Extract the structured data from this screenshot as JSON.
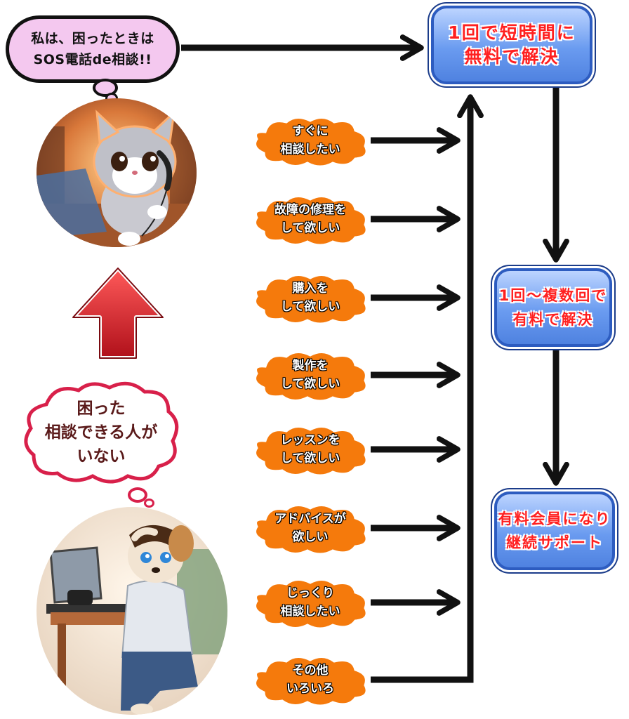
{
  "speech_bubble": {
    "line1": "私は、困ったときは",
    "line2": "SOS電話de相談!!"
  },
  "thought_cloud": {
    "line1": "困った",
    "line2": "相談できる人が",
    "line3": "いない"
  },
  "options": [
    {
      "line1": "すぐに",
      "line2": "相談したい"
    },
    {
      "line1": "故障の修理を",
      "line2": "して欲しい"
    },
    {
      "line1": "購入を",
      "line2": "して欲しい"
    },
    {
      "line1": "製作を",
      "line2": "して欲しい"
    },
    {
      "line1": "レッスンを",
      "line2": "して欲しい"
    },
    {
      "line1": "アドバイスが",
      "line2": "欲しい"
    },
    {
      "line1": "じっくり",
      "line2": "相談したい"
    },
    {
      "line1": "その他",
      "line2": "いろいろ"
    }
  ],
  "results": [
    {
      "line1": "1回で短時間に",
      "line2": "無料で解決"
    },
    {
      "line1": "1回～複数回で",
      "line2": "有料で解決"
    },
    {
      "line1": "有料会員になり",
      "line2": "継続サポート"
    }
  ],
  "colors": {
    "option_fill": "#f57a0c",
    "result_text": "#ff2020",
    "result_fill": "#6a9bf0",
    "bubble_fill": "#f4c8ef",
    "cloud_border": "#d8204a",
    "up_arrow": "#e0202a"
  },
  "images": {
    "top": "cat-on-phone-illustration",
    "bottom": "worried-dog-illustration"
  }
}
